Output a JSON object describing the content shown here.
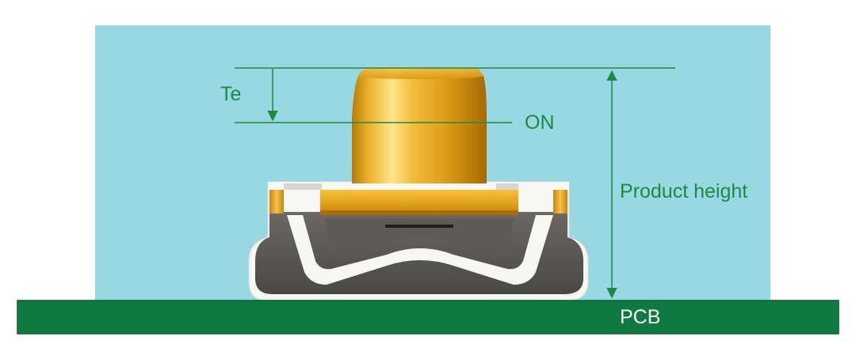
{
  "labels": {
    "te": "Te",
    "on": "ON",
    "product_height": "Product height",
    "pcb": "PCB"
  },
  "colors": {
    "background_panel": "#98d8e3",
    "pcb_green": "#0f7a3f",
    "annotation_green": "#1c8a43",
    "pcb_text": "#ffffff",
    "actuator_gold": "#e3a51f",
    "housing_dark": "#58564f",
    "terminal_white": "#f6f6f2"
  }
}
